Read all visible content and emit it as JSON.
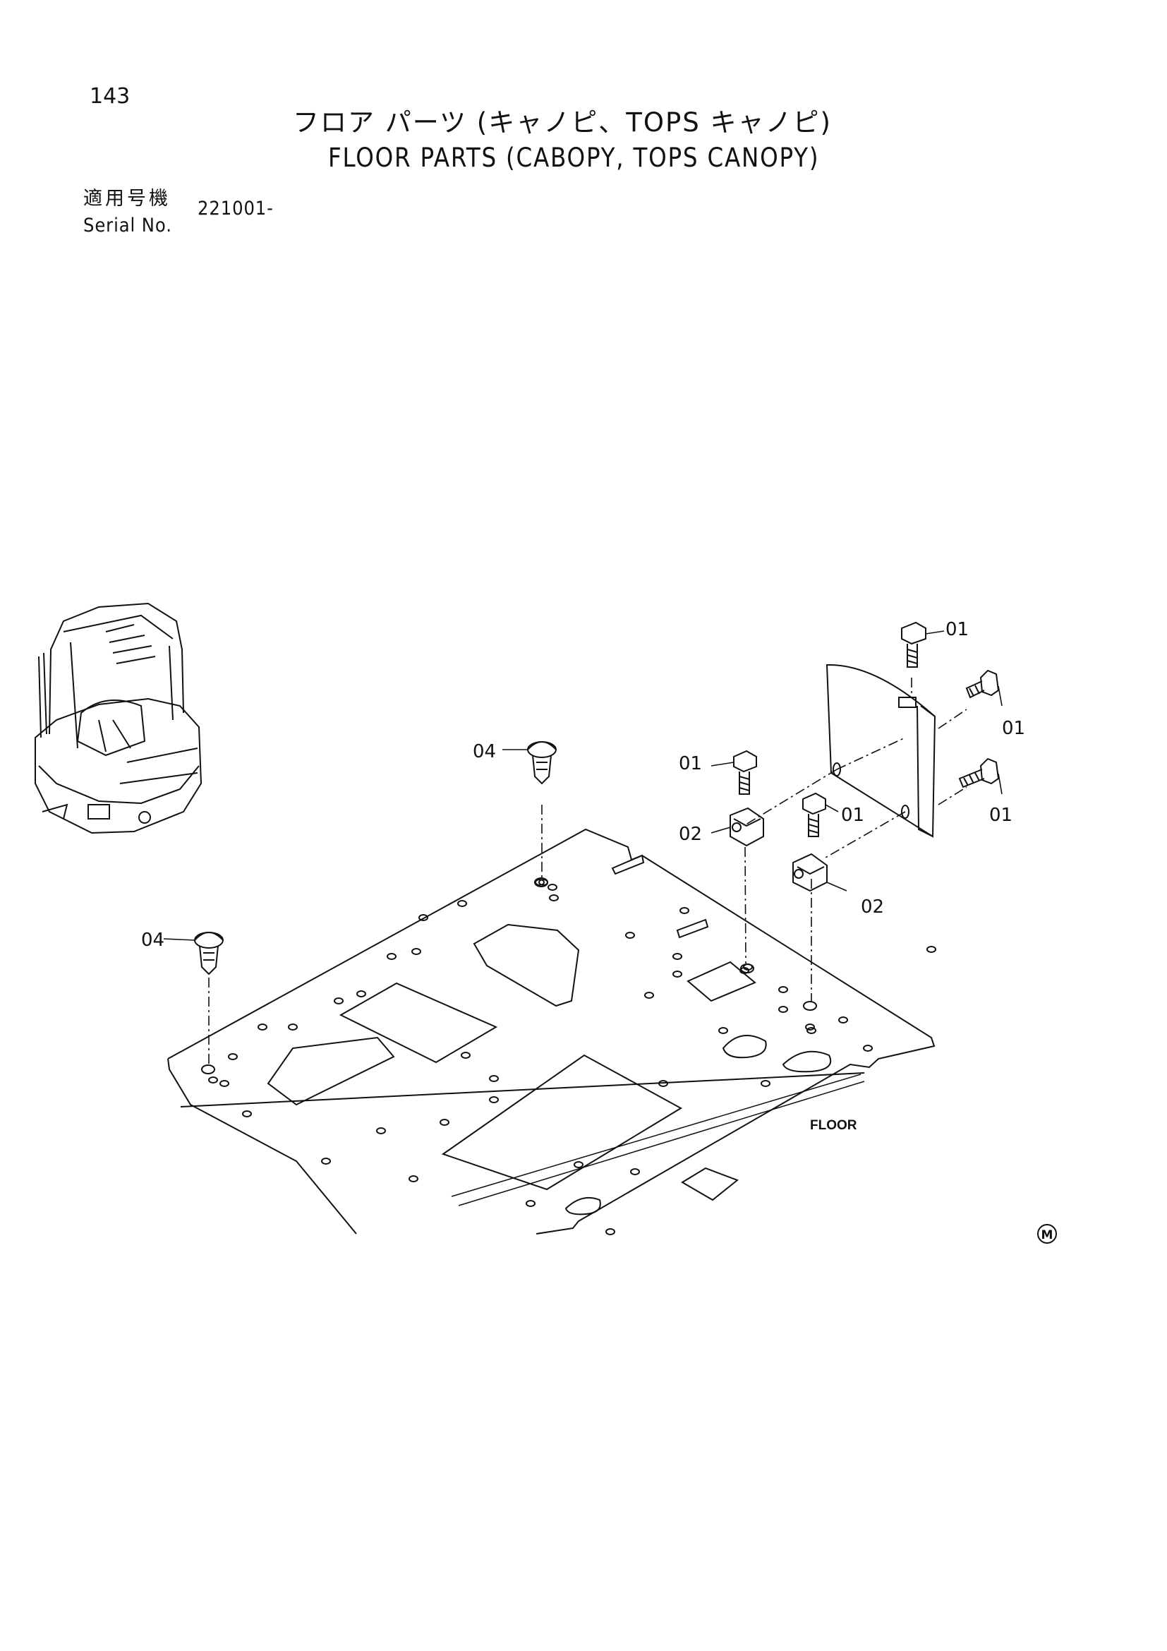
{
  "page": {
    "number": "143",
    "title_jp": "フロア パーツ (キャノピ、TOPS キャノピ)",
    "title_en": "FLOOR PARTS (CABOPY, TOPS CANOPY)",
    "serial_label_jp": "適用号機",
    "serial_label_en": "Serial No.",
    "serial_value": "221001-"
  },
  "diagram": {
    "floor_label": "FLOOR",
    "mark": "M",
    "callouts": [
      {
        "id": "c1",
        "text": "01"
      },
      {
        "id": "c2",
        "text": "01"
      },
      {
        "id": "c3",
        "text": "01"
      },
      {
        "id": "c4",
        "text": "01"
      },
      {
        "id": "c5",
        "text": "01"
      },
      {
        "id": "c6",
        "text": "02"
      },
      {
        "id": "c7",
        "text": "02"
      },
      {
        "id": "c8",
        "text": "04"
      },
      {
        "id": "c9",
        "text": "04"
      }
    ]
  }
}
